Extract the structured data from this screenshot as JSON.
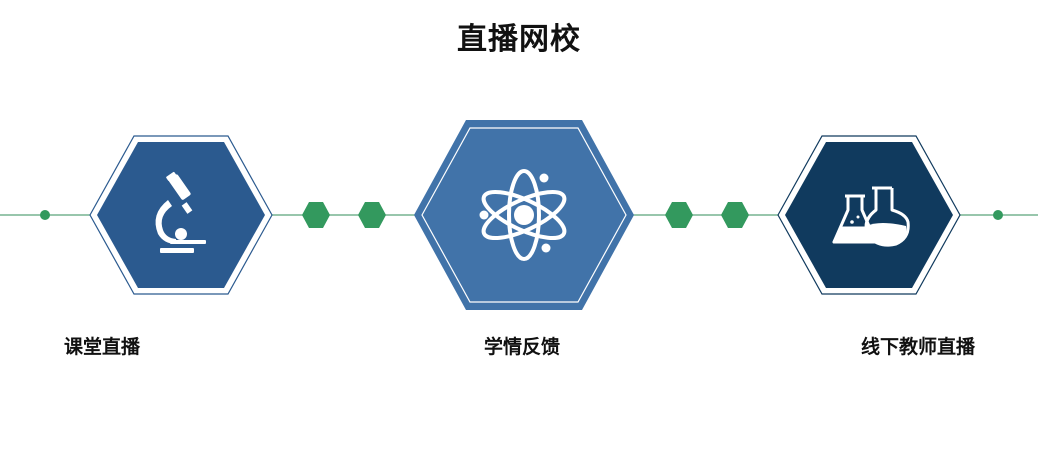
{
  "title": "直播网校",
  "items": [
    {
      "label": "课堂直播",
      "icon": "microscope-icon",
      "color": "#2b5a8f"
    },
    {
      "label": "学情反馈",
      "icon": "atom-icon",
      "color": "#4173a9"
    },
    {
      "label": "线下教师直播",
      "icon": "flask-icon",
      "color": "#103a5e"
    }
  ],
  "colors": {
    "connector": "#33995e",
    "line": "#5aa57a"
  }
}
